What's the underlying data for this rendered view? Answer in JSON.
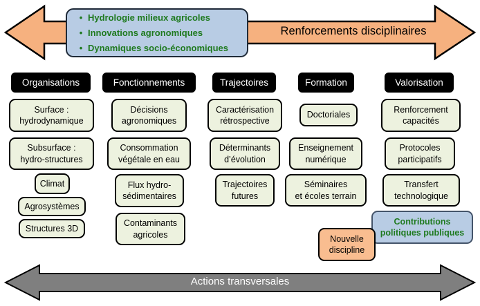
{
  "top_banner": {
    "label": "Renforcements disciplinaires",
    "bullets": [
      "Hydrologie milieux agricoles",
      "Innovations agronomiques",
      "Dynamiques socio-économiques"
    ]
  },
  "columns": [
    {
      "header": "Organisations",
      "items": [
        {
          "label": "Surface :\nhydrodynamique"
        },
        {
          "label": "Subsurface :\nhydro-structures"
        },
        {
          "label": "Climat"
        },
        {
          "label": "Agrosystèmes"
        },
        {
          "label": "Structures 3D"
        }
      ]
    },
    {
      "header": "Fonctionnements",
      "items": [
        {
          "label": "Décisions\nagronomiques"
        },
        {
          "label": "Consommation\nvégétale en eau"
        },
        {
          "label": "Flux hydro-\nsédimentaires"
        },
        {
          "label": "Contaminants\nagricoles"
        }
      ]
    },
    {
      "header": "Trajectoires",
      "items": [
        {
          "label": "Caractérisation\nrétrospective"
        },
        {
          "label": "Déterminants\nd’évolution"
        },
        {
          "label": "Trajectoires\nfutures"
        }
      ]
    },
    {
      "header": "Formation",
      "items": [
        {
          "label": "Doctoriales"
        },
        {
          "label": "Enseignement\nnumérique"
        },
        {
          "label": "Séminaires\net écoles terrain"
        },
        {
          "label": "Nouvelle\ndiscipline",
          "variant": "orange"
        }
      ]
    },
    {
      "header": "Valorisation",
      "items": [
        {
          "label": "Renforcement\ncapacités"
        },
        {
          "label": "Protocoles\nparticipatifs"
        },
        {
          "label": "Transfert\ntechnologique"
        },
        {
          "label": "Contributions\npolitiques publiques",
          "variant": "blue"
        }
      ]
    }
  ],
  "bottom_banner": {
    "label": "Actions transversales"
  },
  "colors": {
    "arrow_orange": "#f6b17f",
    "arrow_gray": "#7f7f7f",
    "box_green": "#edf2df",
    "box_orange": "#f9bd90",
    "box_blue": "#b8cce4",
    "header_black": "#000000",
    "green_text": "#1f7a1f",
    "blue_border": "#44546a"
  },
  "bullet_glyph": "•"
}
